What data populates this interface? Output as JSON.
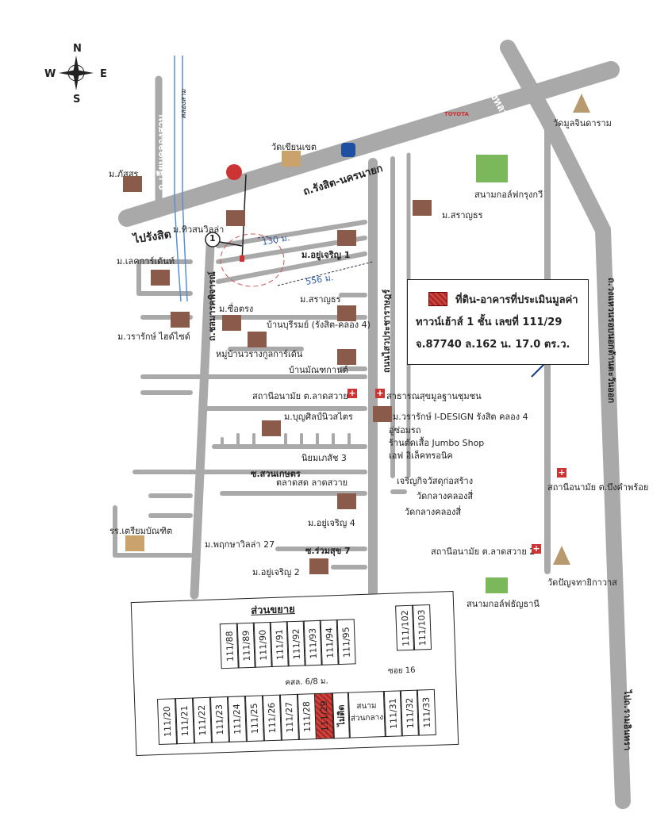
{
  "compass": {
    "n": "N",
    "s": "S",
    "e": "E",
    "w": "W"
  },
  "roads": {
    "rangsit_nakhonnayok": "ถ.รังสิต-นครนายก",
    "to_rangsit": "ไปรังสิต",
    "to_nakhonnayok": "ไปนครนายก",
    "to_khlong_luang": "ไปคลองหลวง",
    "liap_khlong_sam": "ถ.เลียบคลองสาม",
    "khlong_sam": "คลองสาม",
    "chonlamark": "ถ.ชลมารคพิจารณ์",
    "sawai_pracharat": "ถนนไสวประชาราษฎร์",
    "ring_road": "ถ.วงแหวนรอบนอกด้านตะวันออก",
    "to_ramintra": "ไปถ.รามอินทรา",
    "soi_suan_kaset": "ซ.สวนเกษตร",
    "soi_ruam_suk": "ซ.ร่วมสุข 7"
  },
  "distances": {
    "d1": "130 ม.",
    "d2": "556 ม."
  },
  "marker": "1",
  "places": {
    "toyota": "TOYOTA",
    "wat_mun_chindaram": "วัดมูลจินดาราม",
    "wat_khian_khet": "วัดเขียนเขต",
    "golf_krungthep": "สนามกอล์ฟกรุงกวี",
    "m_phatsorn": "ม.ภัสสร",
    "m_thawan_villa": "ม.ทิวสนวิลล่า",
    "m_saransorn": "ม.สราญธร",
    "m_lacasa_garden": "ม.เลคการ์เด้นท์",
    "m_yucharoen1": "ม.อยู่เจริญ 1",
    "m_saranthorn2": "ม.สราญธร",
    "m_sue_trong": "ม.ซื่อตรง",
    "ban_buriram": "บ้านบุรีรมย์ (รังสิต-คลอง 4)",
    "m_wararak_hyde": "ม.วรารักษ์ ไฮด์ไซด์",
    "mu_ban_wararak": "หมู่บ้านวรางกูลการ์เด้น",
    "ban_manthakan": "บ้านมัณฑกานต์",
    "health_lat_sawai": "สถานีอนามัย ต.ลาดสวาย",
    "health_center_community": "สาธารณสุขมูลฐานชุมชน",
    "m_wararak_idesign": "ม.วรารักษ์ I-DESIGN รังสิต คลอง 4",
    "m_bunsilp": "ม.บุญศิลป์นิวสไตร",
    "garage": "อู่ซ่อมรถ",
    "jumbo": "ร้านตัดเสื้อ Jumbo Shop",
    "electronic": "เอฟ อิเล็คทรอนิค",
    "niyom": "นิยมเภสัช 3",
    "market": "ตลาดสด ลาดสวาย",
    "charoen_kit": "เจริญกิจวัสดุก่อสร้าง",
    "wat_klang1": "วัดกลางคลองสี่",
    "wat_klang2": "วัดกลางคลองสี่",
    "m_yucharoen4": "ม.อยู่เจริญ 4",
    "health_bueng": "สถานีอนามัย ต.บึงคำพร้อย",
    "school": "รร.เตรียมบัณฑิต",
    "m_phruksa27": "ม.พฤกษาวิลล่า 27",
    "health_lat_sawai2": "สถานีอนามัย ต.ลาดสวาย 2",
    "wat_panya": "วัดปัญจทายิกาวาส",
    "m_yucharoen2": "ม.อยู่เจริญ 2",
    "golf_thanyaburi": "สนามกอล์ฟธัญธานี"
  },
  "legend": {
    "line1": "ที่ดิน-อาคารที่ประเมินมูลค่า",
    "line2": "ทาวน์เฮ้าส์ 1 ชั้น เลขที่ 111/29",
    "line3": "จ.87740 ล.162  น. 17.0 ตร.ว.",
    "color": "#c9463f"
  },
  "inset": {
    "title": "ส่วนขยาย",
    "road": "คสล. 6/8 ม.",
    "soi": "ซอย 16",
    "top_row": [
      "111/88",
      "111/89",
      "111/90",
      "111/91",
      "111/92",
      "111/93",
      "111/94",
      "111/95"
    ],
    "top_right": [
      "111/102",
      "111/103"
    ],
    "bottom_row": [
      "111/20",
      "111/21",
      "111/22",
      "111/23",
      "111/24",
      "111/25",
      "111/26",
      "111/27",
      "111/28",
      "111/29"
    ],
    "subject": "111/29",
    "not_adjacent": "ไม่ติด",
    "park": "สนาม ส่วนกลาง",
    "bottom_right": [
      "111/31",
      "111/32",
      "111/33"
    ]
  }
}
